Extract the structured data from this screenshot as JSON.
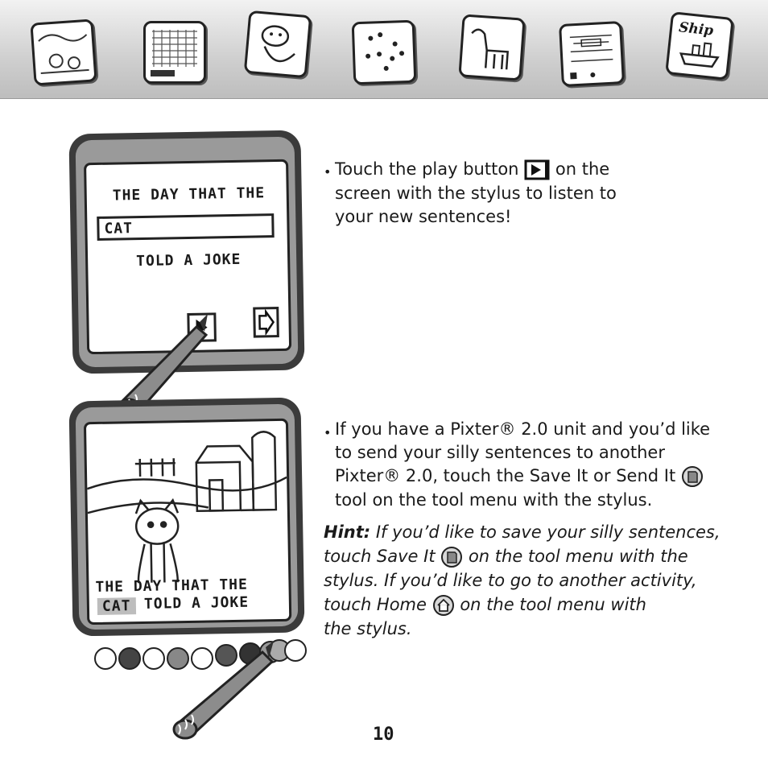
{
  "thumbnails": [
    {
      "name": "thumb-garden"
    },
    {
      "name": "thumb-word-search"
    },
    {
      "name": "thumb-cow"
    },
    {
      "name": "thumb-dots"
    },
    {
      "name": "thumb-goat"
    },
    {
      "name": "thumb-sentences"
    },
    {
      "name": "thumb-ship",
      "label": "Ship"
    }
  ],
  "screen1": {
    "line1": "THE DAY THAT THE",
    "word": "CAT",
    "line3": "TOLD A JOKE"
  },
  "screen2": {
    "line1": "THE DAY THAT THE",
    "word": "CAT",
    "line2": "TOLD A JOKE"
  },
  "section1": {
    "bullet": "•",
    "text_before": "Touch the play button",
    "text_after_l1": "on the",
    "line2": "screen with the stylus to listen to",
    "line3": "your new sentences!"
  },
  "section2": {
    "bullet": "•",
    "line1": "If you have a Pixter® 2.0 unit and you’d like",
    "line2": "to send your silly sentences to another",
    "line3": "Pixter® 2.0, touch the Save It or Send It",
    "line4": "tool on the tool menu with the stylus."
  },
  "hint": {
    "label": "Hint:",
    "p1": " If you’d like to save your silly sentences,",
    "p2a": "touch Save It",
    "p2b": " on the tool menu with the",
    "p3": "stylus. If you’d like to go to another activity,",
    "p4a": "touch Home",
    "p4b": " on the tool menu with",
    "p5": "the stylus."
  },
  "page_number": "10",
  "icons": [
    "play-button-icon",
    "save-send-icon",
    "home-icon",
    "stylus-icon"
  ]
}
